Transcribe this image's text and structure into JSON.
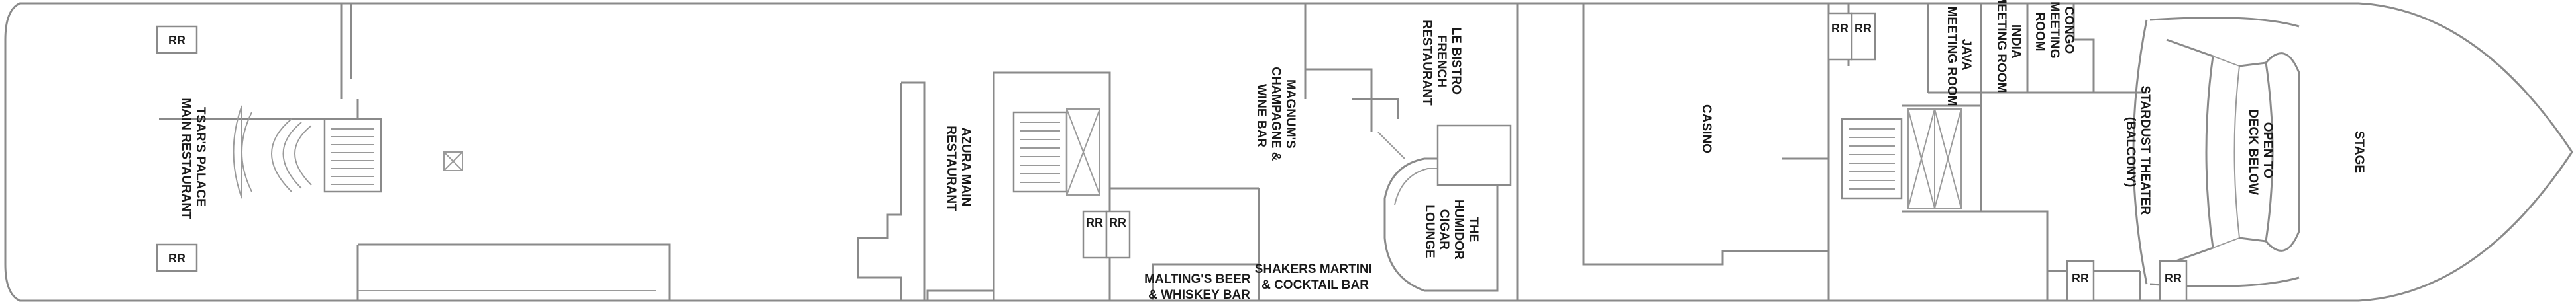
{
  "venues": {
    "tsars_palace": [
      "TSAR'S PALACE",
      "MAIN RESTAURANT"
    ],
    "azura": [
      "AZURA MAIN",
      "RESTAURANT"
    ],
    "magnums": [
      "MAGNUM'S",
      "CHAMPAGNE &",
      "WINE BAR"
    ],
    "le_bistro": [
      "LE BISTRO",
      "FRENCH",
      "RESTAURANT"
    ],
    "maltings": [
      "MALTING'S BEER",
      "& WHISKEY BAR"
    ],
    "shakers": [
      "SHAKERS MARTINI",
      "& COCKTAIL BAR"
    ],
    "humidor": [
      "THE",
      "HUMIDOR",
      "CIGAR",
      "LOUNGE"
    ],
    "casino": [
      "CASINO"
    ],
    "java": [
      "JAVA",
      "MEETING ROOM"
    ],
    "india": [
      "INDIA",
      "MEETING ROOM"
    ],
    "congo": [
      "CONGO",
      "MEETING",
      "ROOM"
    ],
    "stardust": [
      "STARDUST THEATER",
      "(BALCONY)"
    ],
    "open_deck": [
      "OPEN TO",
      "DECK BELOW"
    ],
    "stage": [
      "STAGE"
    ]
  },
  "restroom_label": "RR"
}
